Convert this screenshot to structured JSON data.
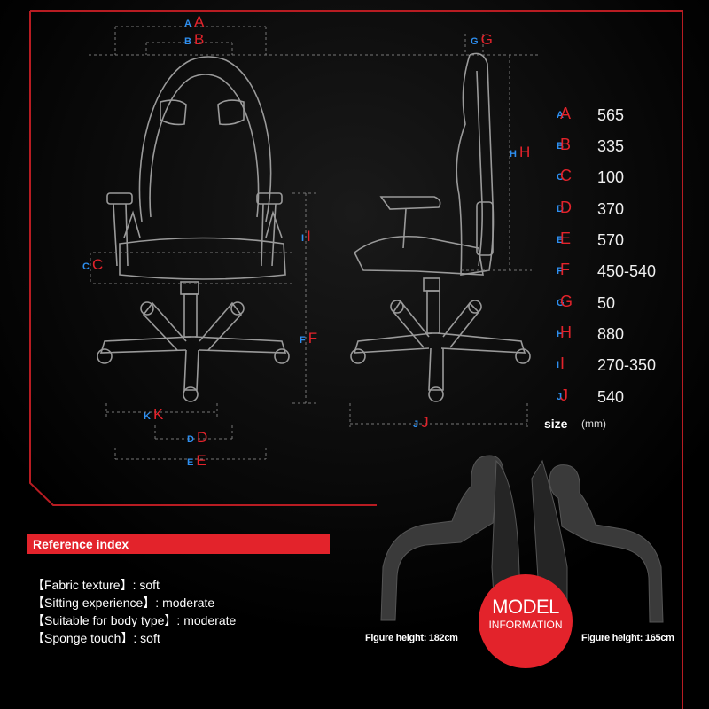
{
  "dimension_labels": {
    "A": {
      "blue": "A",
      "red": "A"
    },
    "B": {
      "blue": "B",
      "red": "B"
    },
    "C": {
      "blue": "C",
      "red": "C"
    },
    "D": {
      "blue": "D",
      "red": "D"
    },
    "E": {
      "blue": "E",
      "red": "E"
    },
    "F": {
      "blue": "F",
      "red": "F"
    },
    "G": {
      "blue": "G",
      "red": "G"
    },
    "H": {
      "blue": "H",
      "red": "H"
    },
    "I": {
      "blue": "I",
      "red": "I"
    },
    "J": {
      "blue": "J",
      "red": "J"
    },
    "K": {
      "blue": "K",
      "red": "K"
    }
  },
  "specs": [
    {
      "key": "A",
      "value": "565"
    },
    {
      "key": "B",
      "value": "335"
    },
    {
      "key": "C",
      "value": "100"
    },
    {
      "key": "D",
      "value": "370"
    },
    {
      "key": "E",
      "value": "570"
    },
    {
      "key": "F",
      "value": "450-540"
    },
    {
      "key": "G",
      "value": "50"
    },
    {
      "key": "H",
      "value": "880"
    },
    {
      "key": "I",
      "value": "270-350"
    },
    {
      "key": "J",
      "value": "540"
    },
    {
      "key": "K",
      "value": ""
    }
  ],
  "size_label": "size",
  "unit_label": "(mm)",
  "reference": {
    "title": "Reference index",
    "items": [
      "【Fabric texture】: soft",
      "【Sitting experience】: moderate",
      "【Suitable for body type】: moderate",
      "【Sponge touch】: soft"
    ]
  },
  "model": {
    "line1": "MODEL",
    "line2": "INFORMATION",
    "left_figure": "Figure height: 182cm",
    "right_figure": "Figure height: 165cm"
  },
  "colors": {
    "accent": "#e3232b",
    "label_blue": "#2e8ff0",
    "line": "#8a8a8a",
    "background": "#000000"
  }
}
